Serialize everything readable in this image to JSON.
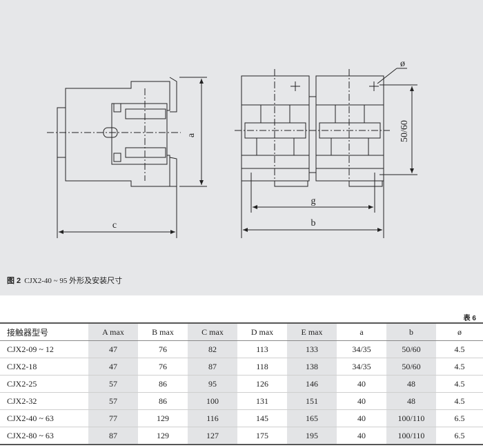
{
  "figure": {
    "caption_number": "图 2",
    "caption_text": "CJX2-40 ~ 95 外形及安装尺寸",
    "labels": {
      "a": "a",
      "c": "c",
      "g": "g",
      "b": "b",
      "phi": "ø",
      "spacing": "50/60"
    }
  },
  "table": {
    "label": "表 6",
    "headers": [
      "接触器型号",
      "A max",
      "B max",
      "C max",
      "D max",
      "E max",
      "a",
      "b",
      "ø"
    ],
    "rows": [
      [
        "CJX2-09 ~ 12",
        "47",
        "76",
        "82",
        "113",
        "133",
        "34/35",
        "50/60",
        "4.5"
      ],
      [
        "CJX2-18",
        "47",
        "76",
        "87",
        "118",
        "138",
        "34/35",
        "50/60",
        "4.5"
      ],
      [
        "CJX2-25",
        "57",
        "86",
        "95",
        "126",
        "146",
        "40",
        "48",
        "4.5"
      ],
      [
        "CJX2-32",
        "57",
        "86",
        "100",
        "131",
        "151",
        "40",
        "48",
        "4.5"
      ],
      [
        "CJX2-40 ~ 63",
        "77",
        "129",
        "116",
        "145",
        "165",
        "40",
        "100/110",
        "6.5"
      ],
      [
        "CJX2-80 ~ 63",
        "87",
        "129",
        "127",
        "175",
        "195",
        "40",
        "100/110",
        "6.5"
      ]
    ]
  }
}
